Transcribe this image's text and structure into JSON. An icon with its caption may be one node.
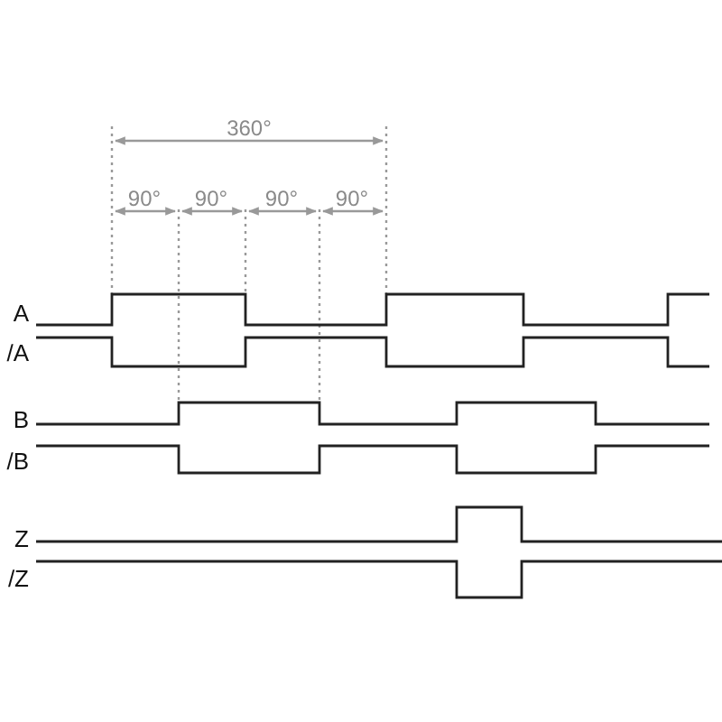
{
  "diagram": {
    "labels": [
      "360°",
      "90°",
      "90°",
      "90°",
      "90°",
      "A",
      "/A",
      "B",
      "/B",
      "Z",
      "/Z"
    ]
  }
}
